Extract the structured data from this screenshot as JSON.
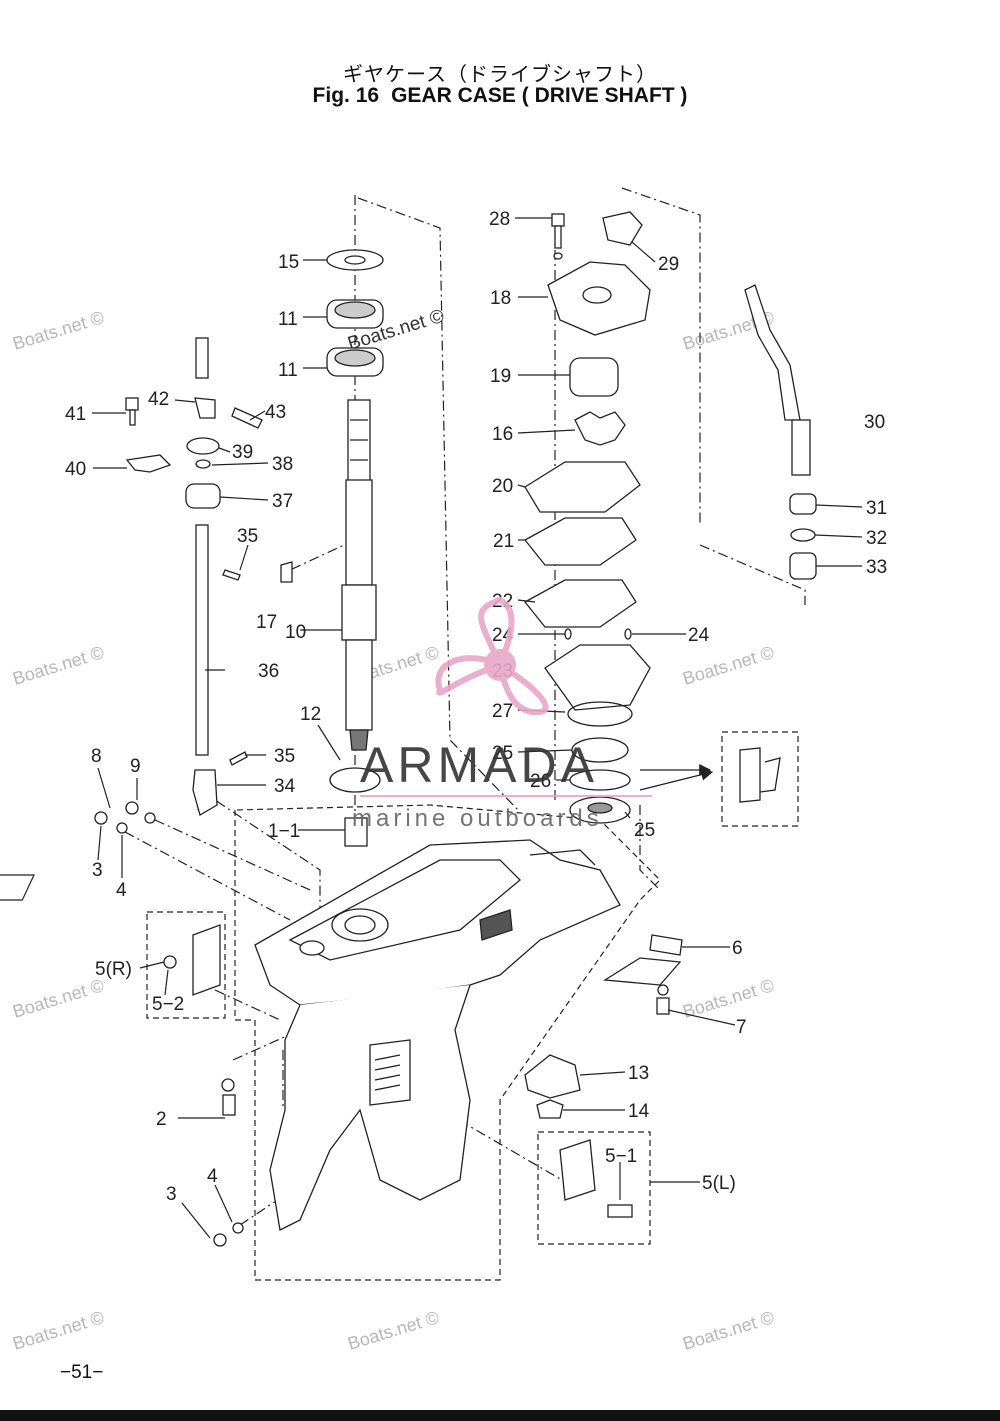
{
  "title": {
    "japanese": "ギヤケース（ドライブシャフト）",
    "fig": "Fig. 16",
    "english": "GEAR CASE ( DRIVE SHAFT )"
  },
  "watermark": "Boats.net ©",
  "logo": {
    "name": "ARMADA",
    "tagline": "marine outboards",
    "accent_color": "#e9a7c9"
  },
  "page_number": "−51−",
  "part_labels": {
    "p15": "15",
    "p11a": "11",
    "p11b": "11",
    "p41": "41",
    "p42": "42",
    "p43": "43",
    "p39": "39",
    "p38": "38",
    "p40": "40",
    "p37": "37",
    "p35a": "35",
    "p17": "17",
    "p10": "10",
    "p36": "36",
    "p12": "12",
    "p35b": "35",
    "p34": "34",
    "p8": "8",
    "p9": "9",
    "p3a": "3",
    "p4a": "4",
    "p1_1": "1−1",
    "p5r": "5(R)",
    "p5_2": "5−2",
    "p2": "2",
    "p3b": "3",
    "p4b": "4",
    "p28": "28",
    "p29": "29",
    "p18": "18",
    "p19": "19",
    "p16": "16",
    "p20": "20",
    "p21": "21",
    "p22": "22",
    "p24a": "24",
    "p24b": "24",
    "p23": "23",
    "p27": "27",
    "p25a": "25",
    "p26": "26",
    "p25b": "25",
    "p30": "30",
    "p31": "31",
    "p32": "32",
    "p33": "33",
    "p6": "6",
    "p7": "7",
    "p13": "13",
    "p14": "14",
    "p5_1": "5−1",
    "p5l": "5(L)"
  }
}
